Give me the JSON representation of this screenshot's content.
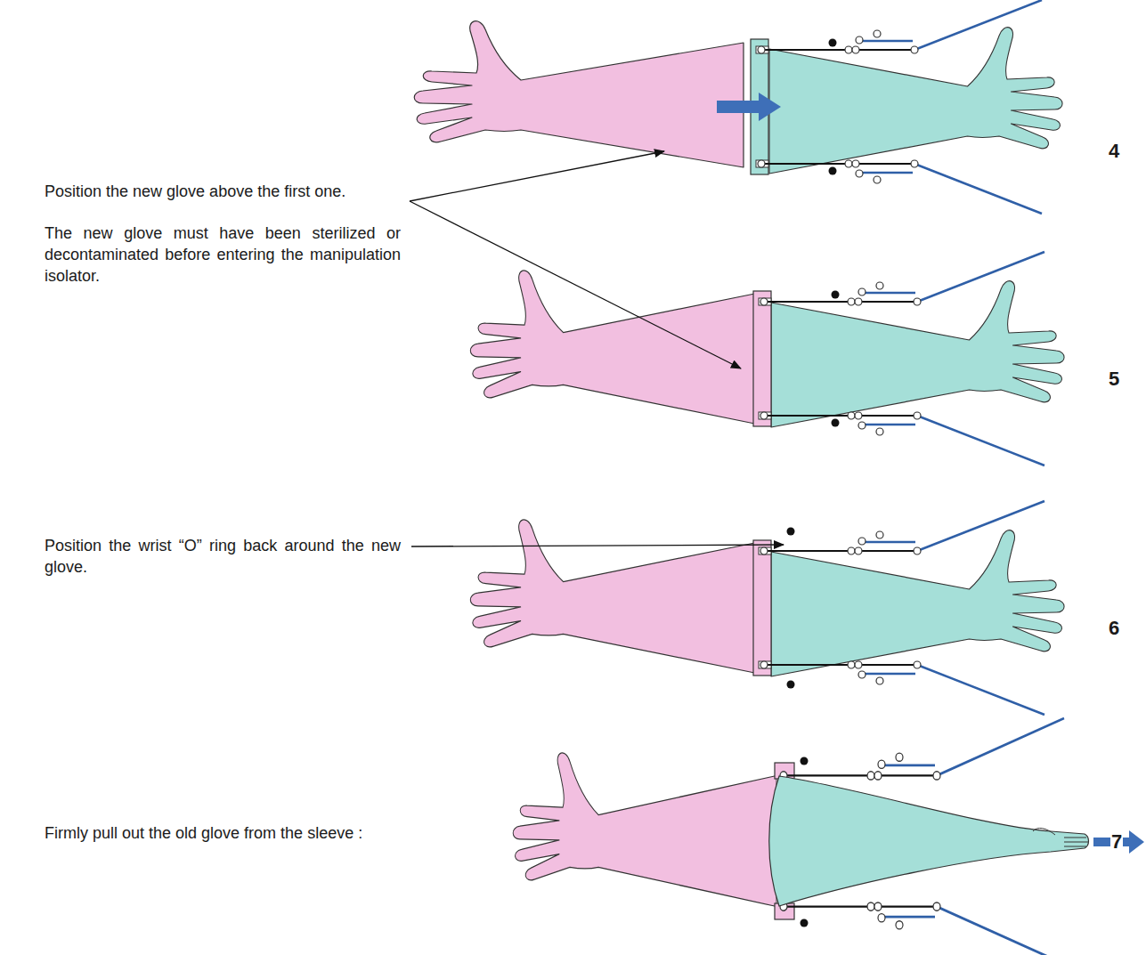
{
  "diagram": {
    "labels": [
      "4",
      "Position the new glove above the first one.",
      "The new glove must have been sterilized or decontaminated before entering the manipulation isolator.",
      "5",
      "Position the wrist “O” ring back around the new glove.",
      "6",
      "Firmly pull out the old glove from the sleeve :",
      "7"
    ]
  }
}
